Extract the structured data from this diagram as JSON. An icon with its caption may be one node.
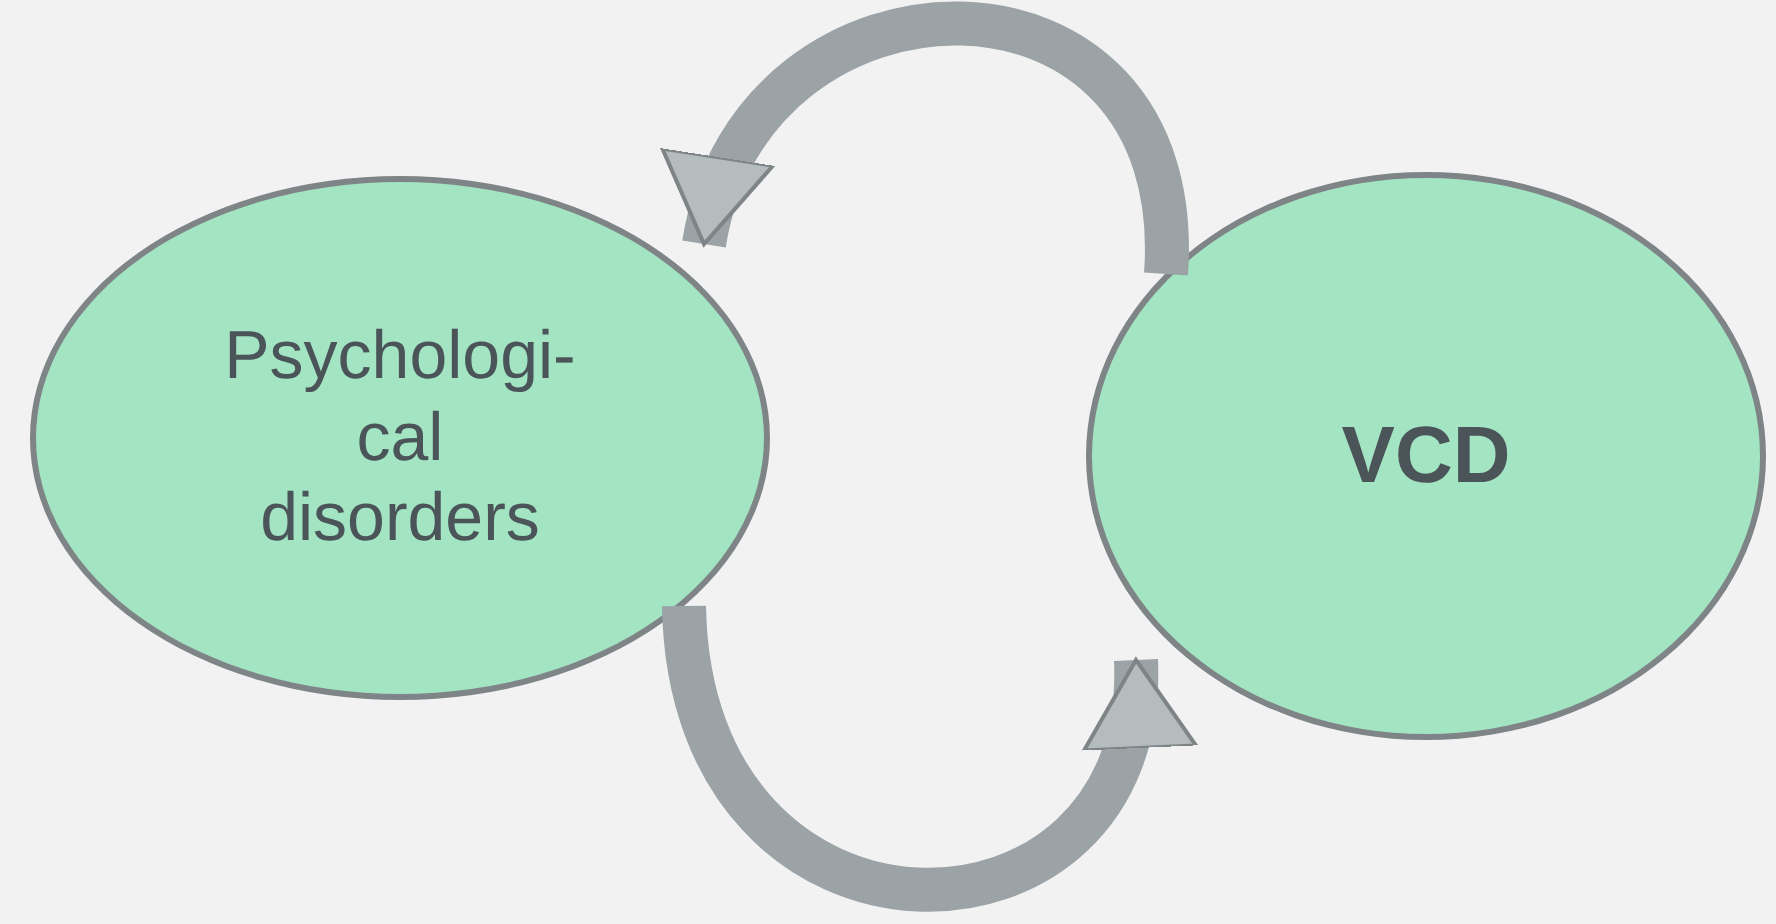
{
  "diagram": {
    "nodes": [
      {
        "text": [
          "Psychologi- cal disorders"
        ]
      },
      {
        "text": [
          "VCD"
        ]
      }
    ],
    "edges": [
      {
        "from": 1,
        "to": 0,
        "arrow": "to"
      },
      {
        "from": 0,
        "to": 1,
        "arrow": "to"
      }
    ]
  }
}
